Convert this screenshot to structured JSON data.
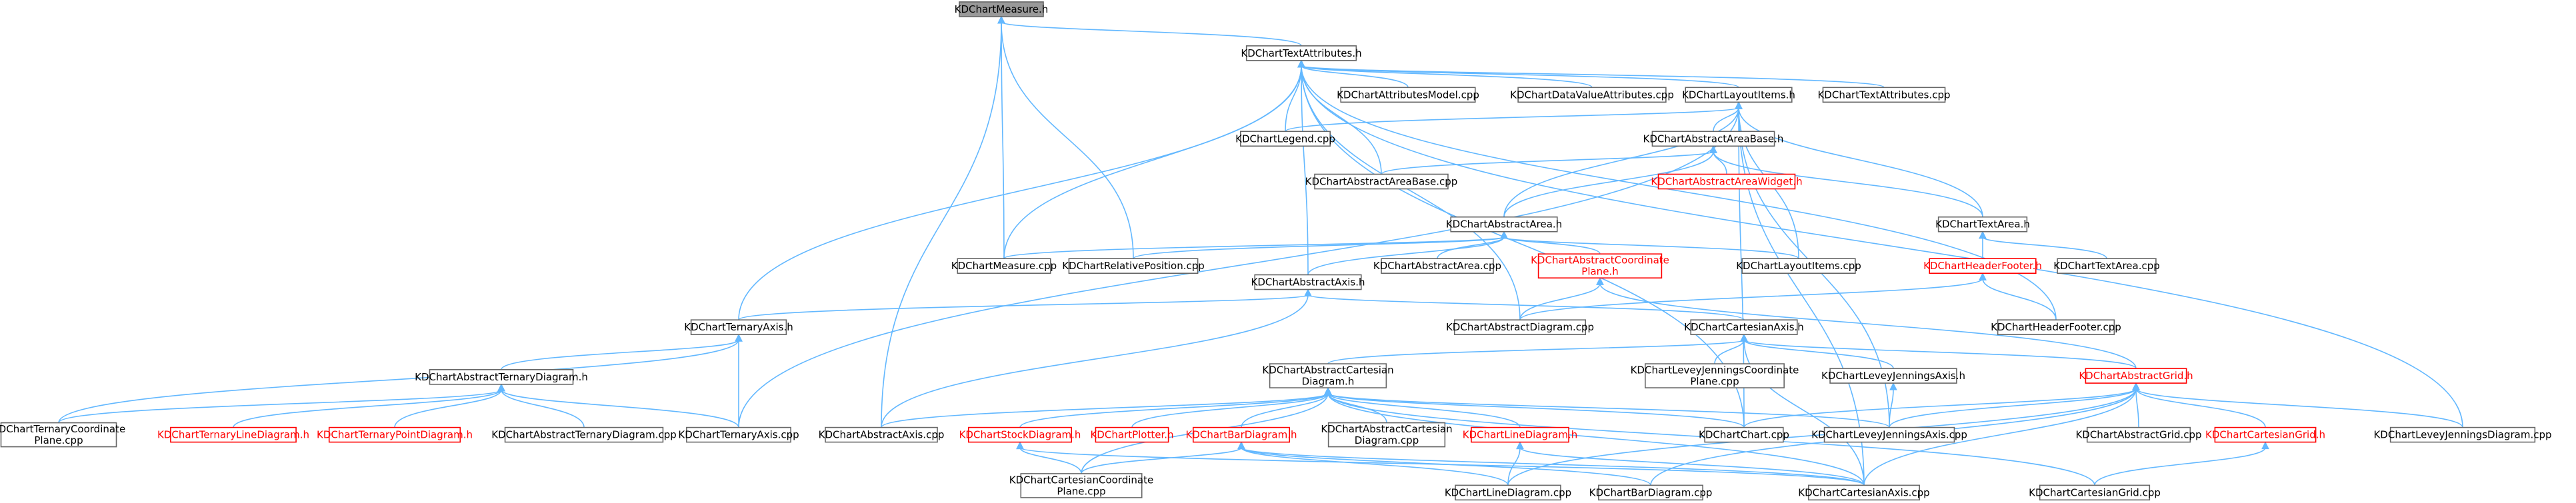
{
  "colors": {
    "edge": "#63b8ff",
    "node_border": "#666666",
    "node_fill": "#ffffff",
    "root_fill": "#999999",
    "root_border": "#666666",
    "text": "#000000",
    "highlight_text": "#ff0000",
    "highlight_border": "#ff0000"
  },
  "nodes": [
    {
      "id": "measure_h",
      "label": [
        "KDChartMeasure.h"
      ],
      "style": "root"
    },
    {
      "id": "textattr_h",
      "label": [
        "KDChartTextAttributes.h"
      ],
      "style": "normal"
    },
    {
      "id": "attrmodel_cpp",
      "label": [
        "KDChartAttributesModel.cpp"
      ],
      "style": "normal"
    },
    {
      "id": "datavalueattr_cpp",
      "label": [
        "KDChartDataValueAttributes.cpp"
      ],
      "style": "normal"
    },
    {
      "id": "layoutitems_h",
      "label": [
        "KDChartLayoutItems.h"
      ],
      "style": "normal"
    },
    {
      "id": "textattr_cpp",
      "label": [
        "KDChartTextAttributes.cpp"
      ],
      "style": "normal"
    },
    {
      "id": "legend_cpp",
      "label": [
        "KDChartLegend.cpp"
      ],
      "style": "normal"
    },
    {
      "id": "absareabase_h",
      "label": [
        "KDChartAbstractAreaBase.h"
      ],
      "style": "normal"
    },
    {
      "id": "absareabase_cpp",
      "label": [
        "KDChartAbstractAreaBase.cpp"
      ],
      "style": "normal"
    },
    {
      "id": "absareawidget_h",
      "label": [
        "KDChartAbstractAreaWidget.h"
      ],
      "style": "red"
    },
    {
      "id": "absarea_h",
      "label": [
        "KDChartAbstractArea.h"
      ],
      "style": "normal"
    },
    {
      "id": "textarea_h",
      "label": [
        "KDChartTextArea.h"
      ],
      "style": "normal"
    },
    {
      "id": "measure_cpp",
      "label": [
        "KDChartMeasure.cpp"
      ],
      "style": "normal"
    },
    {
      "id": "relpos_cpp",
      "label": [
        "KDChartRelativePosition.cpp"
      ],
      "style": "normal"
    },
    {
      "id": "absaxis_h",
      "label": [
        "KDChartAbstractAxis.h"
      ],
      "style": "normal"
    },
    {
      "id": "absarea_cpp",
      "label": [
        "KDChartAbstractArea.cpp"
      ],
      "style": "normal"
    },
    {
      "id": "abscoordplane_h",
      "label": [
        "KDChartAbstractCoordinate",
        "Plane.h"
      ],
      "style": "red"
    },
    {
      "id": "layoutitems_cpp",
      "label": [
        "KDChartLayoutItems.cpp"
      ],
      "style": "normal"
    },
    {
      "id": "headerfooter_h",
      "label": [
        "KDChartHeaderFooter.h"
      ],
      "style": "red"
    },
    {
      "id": "textarea_cpp",
      "label": [
        "KDChartTextArea.cpp"
      ],
      "style": "normal"
    },
    {
      "id": "ternaryaxis_h",
      "label": [
        "KDChartTernaryAxis.h"
      ],
      "style": "normal"
    },
    {
      "id": "absdiagram_cpp",
      "label": [
        "KDChartAbstractDiagram.cpp"
      ],
      "style": "normal"
    },
    {
      "id": "cartaxis_h",
      "label": [
        "KDChartCartesianAxis.h"
      ],
      "style": "normal"
    },
    {
      "id": "headerfooter_cpp",
      "label": [
        "KDChartHeaderFooter.cpp"
      ],
      "style": "normal"
    },
    {
      "id": "absternarydiagram_h",
      "label": [
        "KDChartAbstractTernaryDiagram.h"
      ],
      "style": "normal"
    },
    {
      "id": "abscartdiagram_h",
      "label": [
        "KDChartAbstractCartesian",
        "Diagram.h"
      ],
      "style": "normal"
    },
    {
      "id": "leveycoordplane_cpp",
      "label": [
        "KDChartLeveyJenningsCoordinate",
        "Plane.cpp"
      ],
      "style": "normal"
    },
    {
      "id": "leveyaxis_h",
      "label": [
        "KDChartLeveyJenningsAxis.h"
      ],
      "style": "normal"
    },
    {
      "id": "absgrid_h",
      "label": [
        "KDChartAbstractGrid.h"
      ],
      "style": "red"
    },
    {
      "id": "ternarycoordplane_cpp",
      "label": [
        "KDChartTernaryCoordinate",
        "Plane.cpp"
      ],
      "style": "normal"
    },
    {
      "id": "ternaryline_h",
      "label": [
        "KDChartTernaryLineDiagram.h"
      ],
      "style": "red"
    },
    {
      "id": "ternarypoint_h",
      "label": [
        "KDChartTernaryPointDiagram.h"
      ],
      "style": "red"
    },
    {
      "id": "absternarydiagram_cpp",
      "label": [
        "KDChartAbstractTernaryDiagram.cpp"
      ],
      "style": "normal"
    },
    {
      "id": "ternaryaxis_cpp",
      "label": [
        "KDChartTernaryAxis.cpp"
      ],
      "style": "normal"
    },
    {
      "id": "absaxis_cpp",
      "label": [
        "KDChartAbstractAxis.cpp"
      ],
      "style": "normal"
    },
    {
      "id": "stockdiagram_h",
      "label": [
        "KDChartStockDiagram.h"
      ],
      "style": "red"
    },
    {
      "id": "plotter_h",
      "label": [
        "KDChartPlotter.h"
      ],
      "style": "red"
    },
    {
      "id": "bardiagram_h",
      "label": [
        "KDChartBarDiagram.h"
      ],
      "style": "red"
    },
    {
      "id": "abscartdiagram_cpp",
      "label": [
        "KDChartAbstractCartesian",
        "Diagram.cpp"
      ],
      "style": "normal"
    },
    {
      "id": "linediagram_h",
      "label": [
        "KDChartLineDiagram.h"
      ],
      "style": "red"
    },
    {
      "id": "chart_cpp",
      "label": [
        "KDChartChart.cpp"
      ],
      "style": "normal"
    },
    {
      "id": "leveyaxis_cpp",
      "label": [
        "KDChartLeveyJenningsAxis.cpp"
      ],
      "style": "normal"
    },
    {
      "id": "absgrid_cpp",
      "label": [
        "KDChartAbstractGrid.cpp"
      ],
      "style": "normal"
    },
    {
      "id": "cartgrid_h",
      "label": [
        "KDChartCartesianGrid.h"
      ],
      "style": "red"
    },
    {
      "id": "leveydiagram_cpp",
      "label": [
        "KDChartLeveyJenningsDiagram.cpp"
      ],
      "style": "normal"
    },
    {
      "id": "cartcoordplane_cpp",
      "label": [
        "KDChartCartesianCoordinate",
        "Plane.cpp"
      ],
      "style": "normal"
    },
    {
      "id": "linediagram_cpp",
      "label": [
        "KDChartLineDiagram.cpp"
      ],
      "style": "normal"
    },
    {
      "id": "bardiagram_cpp",
      "label": [
        "KDChartBarDiagram.cpp"
      ],
      "style": "normal"
    },
    {
      "id": "cartaxis_cpp",
      "label": [
        "KDChartCartesianAxis.cpp"
      ],
      "style": "normal"
    },
    {
      "id": "cartgrid_cpp",
      "label": [
        "KDChartCartesianGrid.cpp"
      ],
      "style": "normal"
    }
  ],
  "edges": [
    [
      "measure_h",
      "textattr_h"
    ],
    [
      "measure_h",
      "measure_cpp"
    ],
    [
      "measure_h",
      "relpos_cpp"
    ],
    [
      "measure_h",
      "absaxis_cpp"
    ],
    [
      "textattr_h",
      "attrmodel_cpp"
    ],
    [
      "textattr_h",
      "datavalueattr_cpp"
    ],
    [
      "textattr_h",
      "layoutitems_h"
    ],
    [
      "textattr_h",
      "textattr_cpp"
    ],
    [
      "textattr_h",
      "legend_cpp"
    ],
    [
      "textattr_h",
      "absareabase_cpp"
    ],
    [
      "textattr_h",
      "measure_cpp"
    ],
    [
      "textattr_h",
      "absaxis_h"
    ],
    [
      "textattr_h",
      "ternaryaxis_h"
    ],
    [
      "textattr_h",
      "chart_cpp"
    ],
    [
      "textattr_h",
      "headerfooter_cpp"
    ],
    [
      "textattr_h",
      "leveydiagram_cpp"
    ],
    [
      "textattr_h",
      "absdiagram_cpp"
    ],
    [
      "layoutitems_h",
      "legend_cpp"
    ],
    [
      "layoutitems_h",
      "absareabase_h"
    ],
    [
      "layoutitems_h",
      "absarea_h"
    ],
    [
      "layoutitems_h",
      "textarea_h"
    ],
    [
      "layoutitems_h",
      "layoutitems_cpp"
    ],
    [
      "layoutitems_h",
      "ternaryaxis_cpp"
    ],
    [
      "layoutitems_h",
      "chart_cpp"
    ],
    [
      "layoutitems_h",
      "leveyaxis_cpp"
    ],
    [
      "layoutitems_h",
      "cartaxis_cpp"
    ],
    [
      "absareabase_h",
      "absareabase_cpp"
    ],
    [
      "absareabase_h",
      "absareawidget_h"
    ],
    [
      "absareabase_h",
      "absarea_h"
    ],
    [
      "absareabase_h",
      "textarea_h"
    ],
    [
      "absarea_h",
      "measure_cpp"
    ],
    [
      "absarea_h",
      "relpos_cpp"
    ],
    [
      "absarea_h",
      "absaxis_h"
    ],
    [
      "absarea_h",
      "absarea_cpp"
    ],
    [
      "absarea_h",
      "abscoordplane_h"
    ],
    [
      "absarea_h",
      "layoutitems_cpp"
    ],
    [
      "textarea_h",
      "headerfooter_h"
    ],
    [
      "textarea_h",
      "textarea_cpp"
    ],
    [
      "headerfooter_h",
      "headerfooter_cpp"
    ],
    [
      "headerfooter_h",
      "absdiagram_cpp"
    ],
    [
      "abscoordplane_h",
      "absdiagram_cpp"
    ],
    [
      "abscoordplane_h",
      "absgrid_h"
    ],
    [
      "absaxis_h",
      "ternaryaxis_h"
    ],
    [
      "absaxis_h",
      "cartaxis_h"
    ],
    [
      "absaxis_h",
      "absaxis_cpp"
    ],
    [
      "ternaryaxis_h",
      "absternarydiagram_h"
    ],
    [
      "ternaryaxis_h",
      "ternaryaxis_cpp"
    ],
    [
      "ternaryaxis_h",
      "ternarycoordplane_cpp"
    ],
    [
      "absternarydiagram_h",
      "ternarycoordplane_cpp"
    ],
    [
      "absternarydiagram_h",
      "ternaryline_h"
    ],
    [
      "absternarydiagram_h",
      "ternarypoint_h"
    ],
    [
      "absternarydiagram_h",
      "absternarydiagram_cpp"
    ],
    [
      "absternarydiagram_h",
      "ternaryaxis_cpp"
    ],
    [
      "cartaxis_h",
      "abscartdiagram_h"
    ],
    [
      "cartaxis_h",
      "leveycoordplane_cpp"
    ],
    [
      "cartaxis_h",
      "leveyaxis_h"
    ],
    [
      "cartaxis_h",
      "absgrid_h"
    ],
    [
      "cartaxis_h",
      "cartaxis_cpp"
    ],
    [
      "leveyaxis_h",
      "leveyaxis_cpp"
    ],
    [
      "abscartdiagram_h",
      "absaxis_cpp"
    ],
    [
      "abscartdiagram_h",
      "stockdiagram_h"
    ],
    [
      "abscartdiagram_h",
      "plotter_h"
    ],
    [
      "abscartdiagram_h",
      "bardiagram_h"
    ],
    [
      "abscartdiagram_h",
      "abscartdiagram_cpp"
    ],
    [
      "abscartdiagram_h",
      "linediagram_h"
    ],
    [
      "abscartdiagram_h",
      "chart_cpp"
    ],
    [
      "abscartdiagram_h",
      "leveyaxis_cpp"
    ],
    [
      "abscartdiagram_h",
      "cartcoordplane_cpp"
    ],
    [
      "abscartdiagram_h",
      "cartaxis_cpp"
    ],
    [
      "abscartdiagram_h",
      "cartgrid_cpp"
    ],
    [
      "stockdiagram_h",
      "cartcoordplane_cpp"
    ],
    [
      "stockdiagram_h",
      "cartaxis_cpp"
    ],
    [
      "bardiagram_h",
      "cartcoordplane_cpp"
    ],
    [
      "bardiagram_h",
      "bardiagram_cpp"
    ],
    [
      "bardiagram_h",
      "linediagram_cpp"
    ],
    [
      "bardiagram_h",
      "cartaxis_cpp"
    ],
    [
      "linediagram_h",
      "linediagram_cpp"
    ],
    [
      "linediagram_h",
      "cartaxis_cpp"
    ],
    [
      "absgrid_h",
      "chart_cpp"
    ],
    [
      "absgrid_h",
      "leveyaxis_cpp"
    ],
    [
      "absgrid_h",
      "absgrid_cpp"
    ],
    [
      "absgrid_h",
      "cartgrid_h"
    ],
    [
      "absgrid_h",
      "leveydiagram_cpp"
    ],
    [
      "absgrid_h",
      "linediagram_cpp"
    ],
    [
      "absgrid_h",
      "cartaxis_cpp"
    ],
    [
      "absgrid_h",
      "bardiagram_cpp"
    ],
    [
      "cartgrid_h",
      "cartgrid_cpp"
    ]
  ]
}
